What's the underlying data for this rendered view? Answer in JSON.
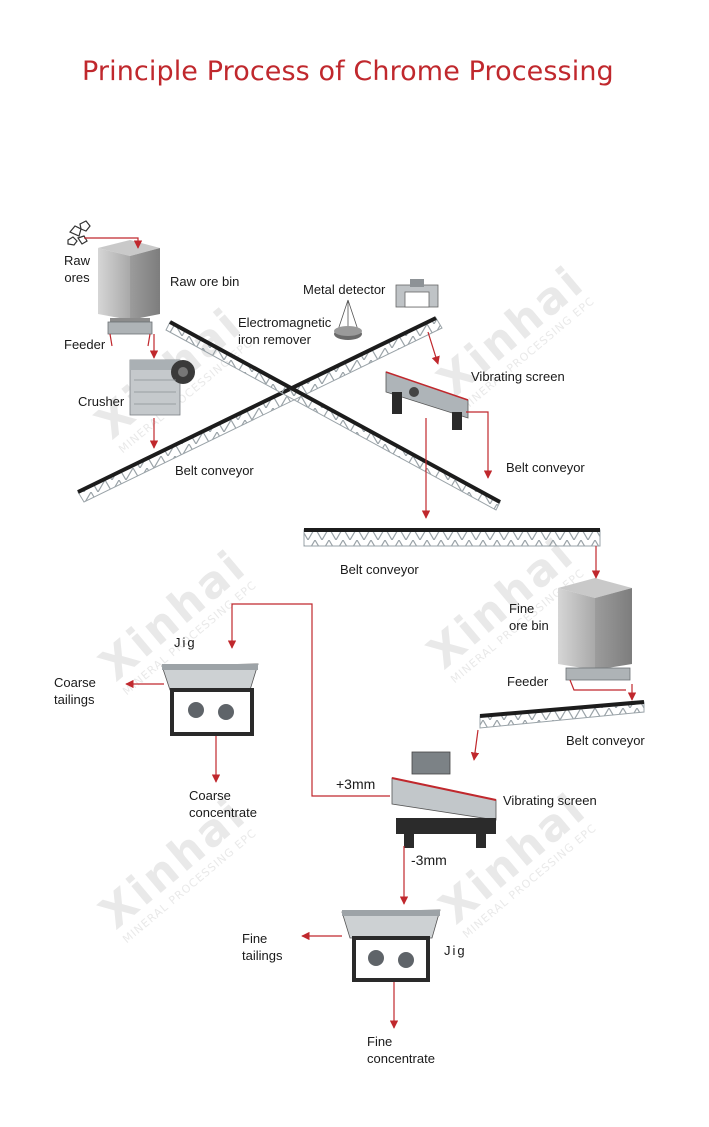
{
  "title": "Principle Process of Chrome Processing",
  "watermark": {
    "brand": "Xinhai",
    "tagline": "MINERAL PROCESSING EPC"
  },
  "labels": {
    "raw_ores": "Raw\nores",
    "raw_ore_bin": "Raw ore bin",
    "metal_detector": "Metal detector",
    "electromagnetic_iron_remover": "Electromagnetic\niron remover",
    "feeder_1": "Feeder",
    "crusher": "Crusher",
    "vibrating_screen_1": "Vibrating screen",
    "belt_conveyor_1": "Belt conveyor",
    "belt_conveyor_2": "Belt conveyor",
    "belt_conveyor_3": "Belt conveyor",
    "fine_ore_bin": "Fine\nore bin",
    "feeder_2": "Feeder",
    "belt_conveyor_4": "Belt conveyor",
    "jig_1": "Jig",
    "coarse_tailings": "Coarse\ntailings",
    "coarse_concentrate": "Coarse\nconcentrate",
    "plus_3mm": "+3mm",
    "vibrating_screen_2": "Vibrating screen",
    "minus_3mm": "-3mm",
    "fine_tailings": "Fine\ntailings",
    "jig_2": "Jig",
    "fine_concentrate": "Fine\nconcentrate"
  },
  "colors": {
    "title": "#c0282d",
    "arrow": "#c0282d",
    "belt": "#1c1c1c",
    "truss": "#9aa3a8",
    "equipment": "#b8bcbf"
  }
}
